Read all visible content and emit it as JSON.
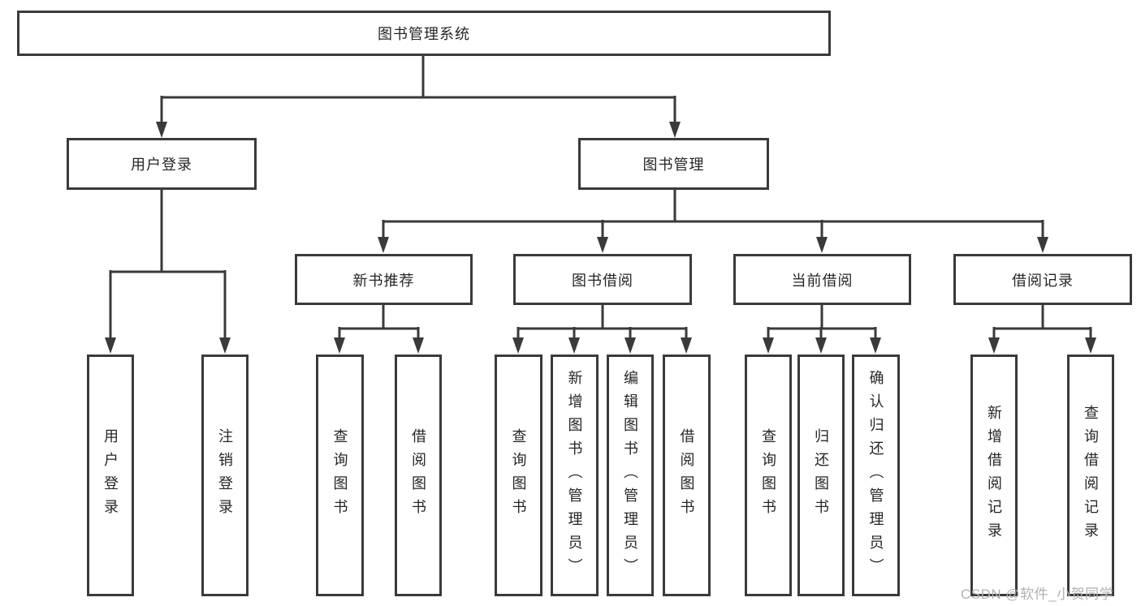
{
  "colors": {
    "line": "#3a3a3a",
    "text": "#262626",
    "box_background": "#ffffff",
    "page_background": "#ffffff",
    "watermark": "#b3b0b0"
  },
  "diagram": {
    "root": {
      "label": "图书管理系统"
    },
    "branches": [
      {
        "label": "用户登录",
        "children": [
          {
            "label": "用户登录"
          },
          {
            "label": "注销登录"
          }
        ]
      },
      {
        "label": "图书管理",
        "children": [
          {
            "label": "新书推荐",
            "children": [
              {
                "label": "查询图书"
              },
              {
                "label": "借阅图书"
              }
            ]
          },
          {
            "label": "图书借阅",
            "children": [
              {
                "label": "查询图书"
              },
              {
                "label": "新增图书（管理员）"
              },
              {
                "label": "编辑图书（管理员）"
              },
              {
                "label": "借阅图书"
              }
            ]
          },
          {
            "label": "当前借阅",
            "children": [
              {
                "label": "查询图书"
              },
              {
                "label": "归还图书"
              },
              {
                "label": "确认归还（管理员）"
              }
            ]
          },
          {
            "label": "借阅记录",
            "children": [
              {
                "label": "新增借阅记录"
              },
              {
                "label": "查询借阅记录"
              }
            ]
          }
        ]
      }
    ]
  },
  "watermark": {
    "text": "CSDN @软件_小贺同学"
  }
}
